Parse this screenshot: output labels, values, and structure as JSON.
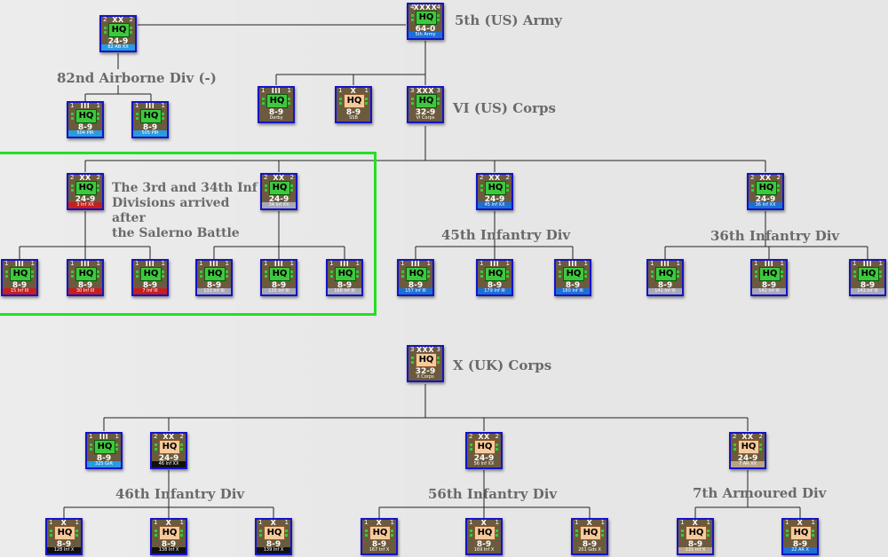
{
  "labels": {
    "army": "5th (US) Army",
    "vi_corps": "VI (US) Corps",
    "x_corps": "X (UK) Corps",
    "abn": "82nd Airborne Div (-)",
    "inf45": "45th Infantry Div",
    "inf36": "36th Infantry Div",
    "inf46": "46th Infantry Div",
    "inf56": "56th Infantry Div",
    "arm7": "7th Armoured Div"
  },
  "note": {
    "line1": "The 3rd and 34th Inf",
    "line2": "Divisions arrived after",
    "line3": "the Salerno Battle"
  },
  "colors": {
    "us_hq": "#3fc83f",
    "uk_hq": "#f7c99b",
    "border": "#1414c8",
    "highlight": "#22e022"
  },
  "units": {
    "army": {
      "size": "XXXX",
      "c1": "4",
      "c2": "4",
      "val": "64-0",
      "name": "5th Army"
    },
    "abn_div": {
      "size": "XX",
      "c1": "2",
      "c2": "2",
      "val": "24-9",
      "name": "82 AB XX"
    },
    "pir504": {
      "size": "III",
      "c1": "1",
      "c2": "1",
      "val": "8-9",
      "name": "504 PIR"
    },
    "pir505": {
      "size": "III",
      "c1": "1",
      "c2": "1",
      "val": "8-9",
      "name": "505 PIR"
    },
    "derby": {
      "size": "III",
      "c1": "1",
      "c2": "1",
      "val": "8-9",
      "name": "Derby"
    },
    "ssb": {
      "size": "X",
      "c1": "1",
      "c2": "1",
      "val": "8-9",
      "name": "SSB"
    },
    "vi_corps": {
      "size": "XXX",
      "c1": "3",
      "c2": "3",
      "val": "32-9",
      "name": "VI Corps"
    },
    "inf3": {
      "size": "XX",
      "c1": "2",
      "c2": "2",
      "val": "24-9",
      "name": "3 Inf XX"
    },
    "inf34": {
      "size": "XX",
      "c1": "2",
      "c2": "2",
      "val": "24-9",
      "name": "34 Inf XX"
    },
    "inf45": {
      "size": "XX",
      "c1": "2",
      "c2": "2",
      "val": "24-9",
      "name": "45 Inf XX"
    },
    "inf36": {
      "size": "XX",
      "c1": "2",
      "c2": "2",
      "val": "24-9",
      "name": "36 Inf XX"
    },
    "r15": {
      "size": "III",
      "c1": "1",
      "c2": "1",
      "val": "8-9",
      "name": "15 Inf III"
    },
    "r30": {
      "size": "III",
      "c1": "1",
      "c2": "1",
      "val": "8-9",
      "name": "30 Inf III"
    },
    "r7": {
      "size": "III",
      "c1": "1",
      "c2": "1",
      "val": "8-9",
      "name": "7 Inf III"
    },
    "r133": {
      "size": "III",
      "c1": "1",
      "c2": "1",
      "val": "8-9",
      "name": "133 Inf III"
    },
    "r135": {
      "size": "III",
      "c1": "1",
      "c2": "1",
      "val": "8-9",
      "name": "135 Inf III"
    },
    "r168": {
      "size": "III",
      "c1": "1",
      "c2": "1",
      "val": "8-9",
      "name": "168 Inf III"
    },
    "r157": {
      "size": "III",
      "c1": "1",
      "c2": "1",
      "val": "8-9",
      "name": "157 Inf III"
    },
    "r179": {
      "size": "III",
      "c1": "1",
      "c2": "1",
      "val": "8-9",
      "name": "179 Inf III"
    },
    "r180": {
      "size": "III",
      "c1": "1",
      "c2": "1",
      "val": "8-9",
      "name": "180 Inf III"
    },
    "r141": {
      "size": "III",
      "c1": "1",
      "c2": "1",
      "val": "8-9",
      "name": "141 Inf III"
    },
    "r142": {
      "size": "III",
      "c1": "1",
      "c2": "1",
      "val": "8-9",
      "name": "142 Inf III"
    },
    "r143": {
      "size": "III",
      "c1": "1",
      "c2": "1",
      "val": "8-9",
      "name": "143 Inf III"
    },
    "x_corps": {
      "size": "XXX",
      "c1": "3",
      "c2": "3",
      "val": "32-9",
      "name": "X Corps"
    },
    "gir325": {
      "size": "III",
      "c1": "1",
      "c2": "1",
      "val": "8-9",
      "name": "325 GIR"
    },
    "inf46": {
      "size": "XX",
      "c1": "2",
      "c2": "2",
      "val": "24-9",
      "name": "46 Inf XX"
    },
    "inf56": {
      "size": "XX",
      "c1": "2",
      "c2": "2",
      "val": "24-9",
      "name": "56 Inf XX"
    },
    "arm7": {
      "size": "XX",
      "c1": "2",
      "c2": "2",
      "val": "24-9",
      "name": "7 AR XX"
    },
    "b128": {
      "size": "X",
      "c1": "1",
      "c2": "1",
      "val": "8-9",
      "name": "128 Inf X"
    },
    "b138": {
      "size": "X",
      "c1": "1",
      "c2": "1",
      "val": "8-9",
      "name": "138 Inf X"
    },
    "b139": {
      "size": "X",
      "c1": "1",
      "c2": "1",
      "val": "8-9",
      "name": "139 Inf X"
    },
    "b167": {
      "size": "X",
      "c1": "1",
      "c2": "1",
      "val": "8-9",
      "name": "167 Inf X"
    },
    "b169": {
      "size": "X",
      "c1": "1",
      "c2": "1",
      "val": "8-9",
      "name": "169 Inf X"
    },
    "b201": {
      "size": "X",
      "c1": "1",
      "c2": "1",
      "val": "8-9",
      "name": "201 Gds X"
    },
    "b131": {
      "size": "X",
      "c1": "1",
      "c2": "1",
      "val": "8-9",
      "name": "131 Inf X"
    },
    "b22": {
      "size": "X",
      "c1": "1",
      "c2": "1",
      "val": "8-9",
      "name": "22 AR X"
    }
  }
}
